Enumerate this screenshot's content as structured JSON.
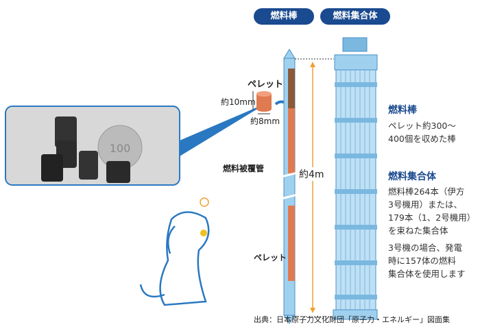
{
  "tags": {
    "fuel_rod": "燃料棒",
    "fuel_assembly": "燃料集合体"
  },
  "labels": {
    "pellet_top": "ペレット",
    "pellet_height": "約10mm",
    "pellet_diameter": "約8mm",
    "cladding": "燃料被覆管",
    "pellet_bottom": "ペレット",
    "length": "約4m"
  },
  "descriptions": {
    "rod_title": "燃料棒",
    "rod_text": [
      "ペレット約300～",
      "400個を収めた棒"
    ],
    "assembly_title": "燃料集合体",
    "assembly_text": [
      "燃料棒264本（伊方",
      "3号機用）または、",
      "179本（1、2号機用）",
      "を束ねた集合体"
    ],
    "unit3_text": [
      "3号機の場合、発電",
      "時に157体の燃料",
      "集合体を使用します"
    ]
  },
  "photo": {
    "coin_text": "100"
  },
  "source": "出典：日本原子力文化財団「原子力・エネルギー」図面集",
  "colors": {
    "navy": "#1a4a8f",
    "blue": "#2a78c2",
    "pellet": "#e07a50",
    "light_blue": "#9fd0ee"
  }
}
